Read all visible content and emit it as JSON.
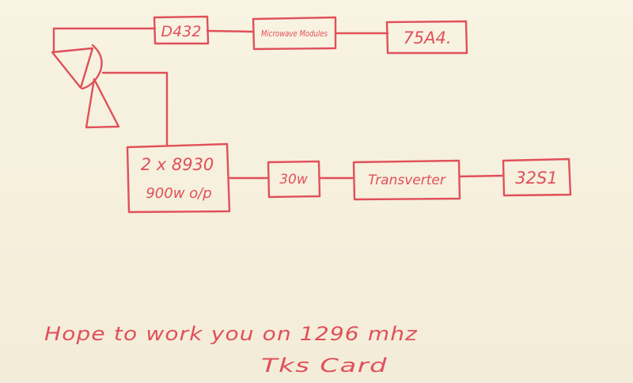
{
  "colors": {
    "ink": "#e0505a",
    "card": "#f7f1df"
  },
  "boxes": {
    "d432": "D432",
    "microwave": "Microwave Modules",
    "r75a4": "75A4.",
    "amp": "2 x 8930",
    "amp_line2": "900w o/p",
    "w30": "30w",
    "transverter": "Transverter",
    "ts": "32S1"
  },
  "note": {
    "line1": "Hope to work you on 1296 mhz",
    "line2": "Tks Card"
  },
  "icons": {
    "antenna": "dish-antenna-icon"
  }
}
